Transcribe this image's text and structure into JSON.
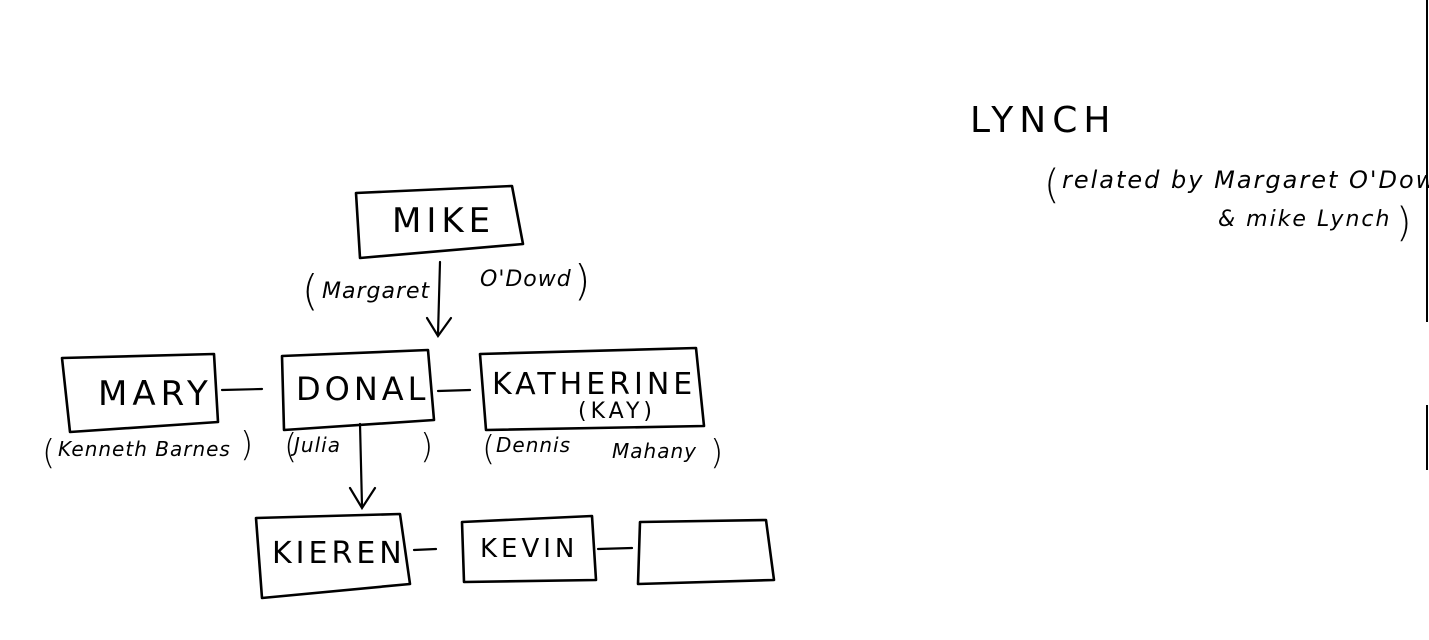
{
  "header": {
    "family_name": "LYNCH",
    "note_line1": "related by  Margaret O'Dowd",
    "note_line2": "& mike Lynch"
  },
  "tree": {
    "mike": {
      "label": "MIKE",
      "spouse": "Margaret",
      "spouse2": "O'Dowd"
    },
    "mary": {
      "label": "MARY",
      "spouse": "Kenneth Barnes"
    },
    "donal": {
      "label": "DONAL",
      "spouse": "Julia"
    },
    "katherine": {
      "label": "KATHERINE",
      "nickname": "(KAY)",
      "spouse": "Dennis",
      "spouse2": "Mahany"
    },
    "kieren": {
      "label": "KIEREN"
    },
    "kevin": {
      "label": "KEVIN"
    },
    "blank": {
      "label": ""
    }
  }
}
